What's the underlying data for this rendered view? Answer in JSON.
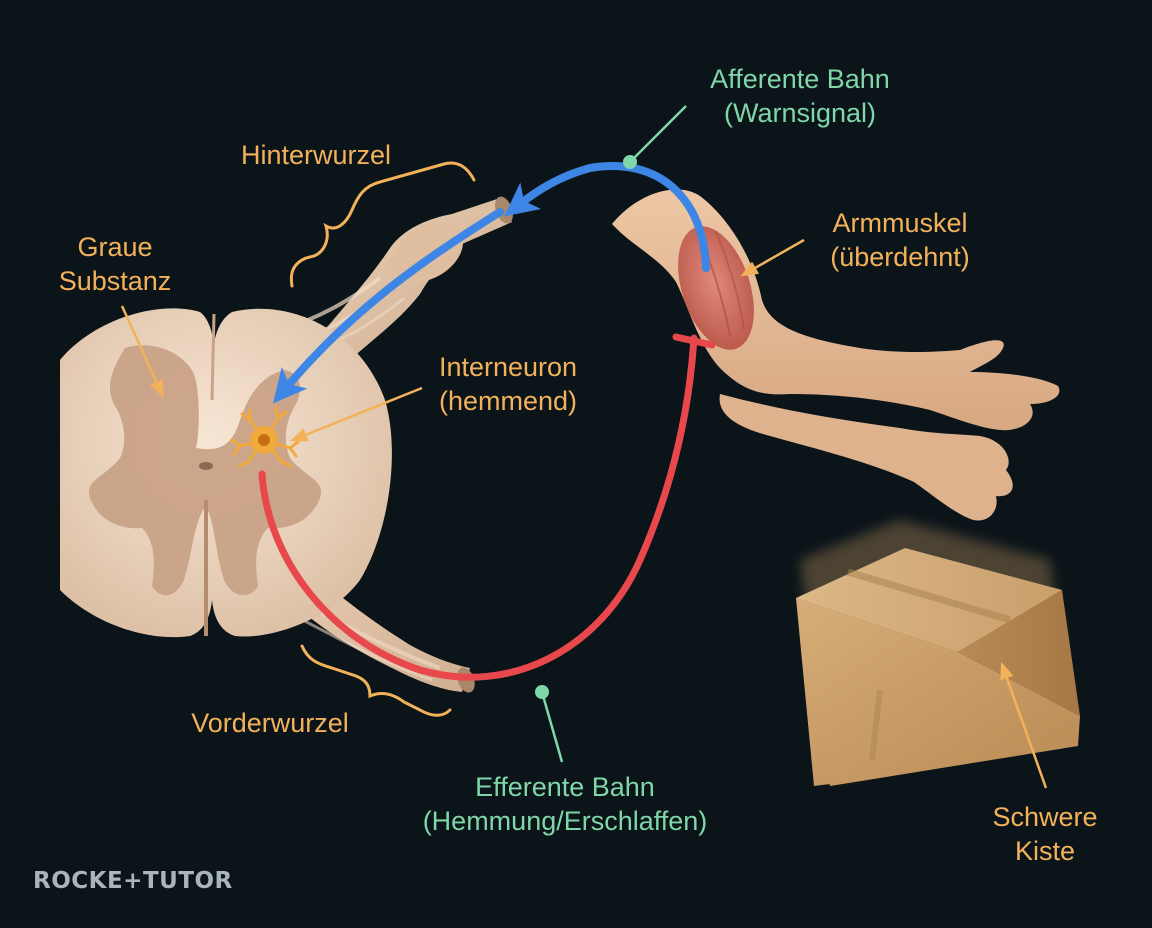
{
  "labels": {
    "afferent": {
      "line1": "Afferente Bahn",
      "line2": "(Warnsignal)"
    },
    "dorsal_root": "Hinterwurzel",
    "gray_matter": {
      "line1": "Graue",
      "line2": "Substanz"
    },
    "interneuron": {
      "line1": "Interneuron",
      "line2": "(hemmend)"
    },
    "arm_muscle": {
      "line1": "Armmuskel",
      "line2": "(überdehnt)"
    },
    "ventral_root": "Vorderwurzel",
    "efferent": {
      "line1": "Efferente Bahn",
      "line2": "(Hemmung/Erschlaffen)"
    },
    "heavy_box": {
      "line1": "Schwere",
      "line2": "Kiste"
    }
  },
  "brand": {
    "text": "ROCKE+TUTOR"
  },
  "colors": {
    "background": "#0b1419",
    "label_orange": "#f3b25a",
    "label_green": "#7fd6a8",
    "afferent_blue": "#3d86e6",
    "efferent_red": "#e8474c",
    "interneuron_orange": "#f2a93b",
    "tissue": "#efd8c3",
    "gray_matter_tone": "#c9a287",
    "skin": "#e5bb97",
    "muscle": "#cf6b5b",
    "box": "#c59a64"
  }
}
